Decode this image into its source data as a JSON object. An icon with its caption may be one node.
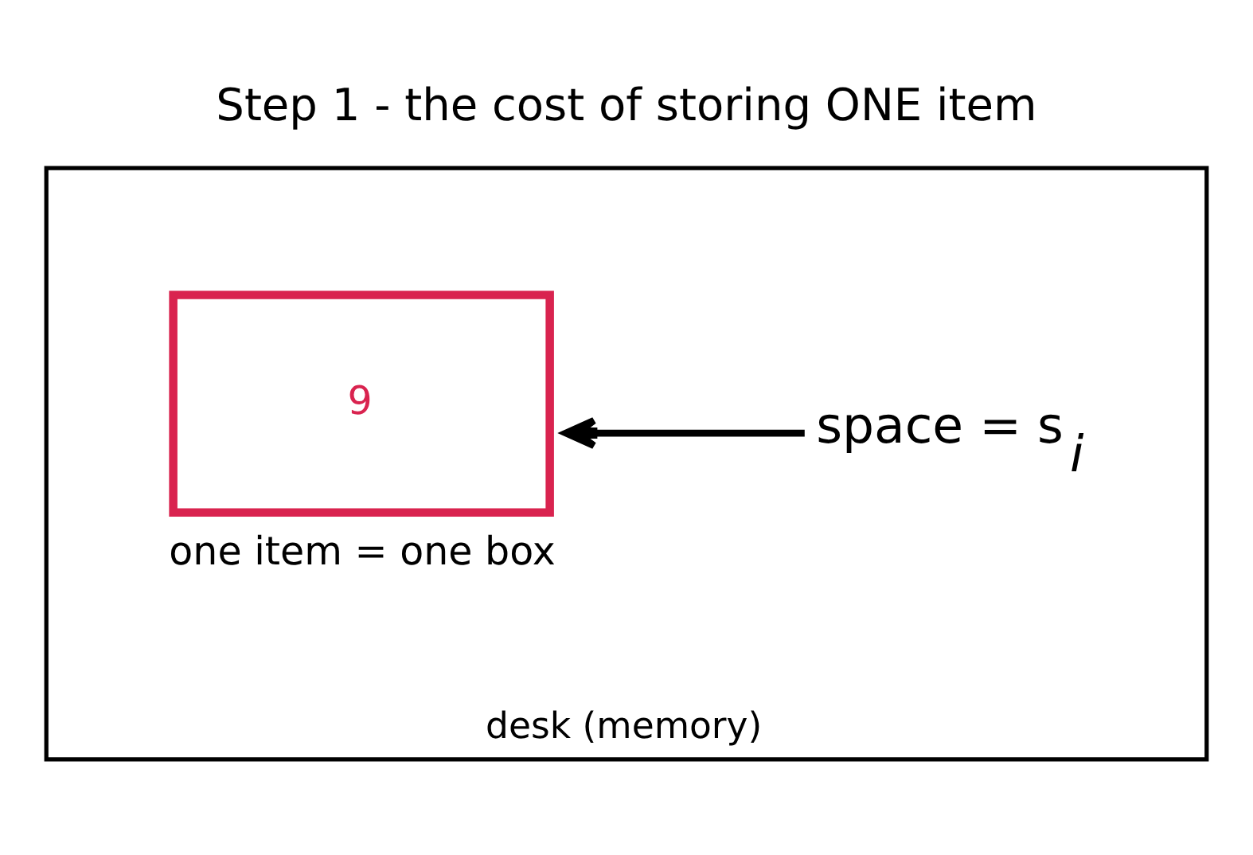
{
  "diagram": {
    "title": "Step 1 - the cost of storing ONE item",
    "nodes": [
      {
        "text": [
          "desk (memory)"
        ]
      },
      {
        "text": [
          "9"
        ],
        "in": 0,
        "beside": [
          "one item = one box"
        ]
      },
      {
        "text": [
          "space = s$_{i}$"
        ],
        "in": 0
      }
    ],
    "edges": [
      {
        "from": 2,
        "to": 1,
        "arrow": "to"
      }
    ]
  }
}
